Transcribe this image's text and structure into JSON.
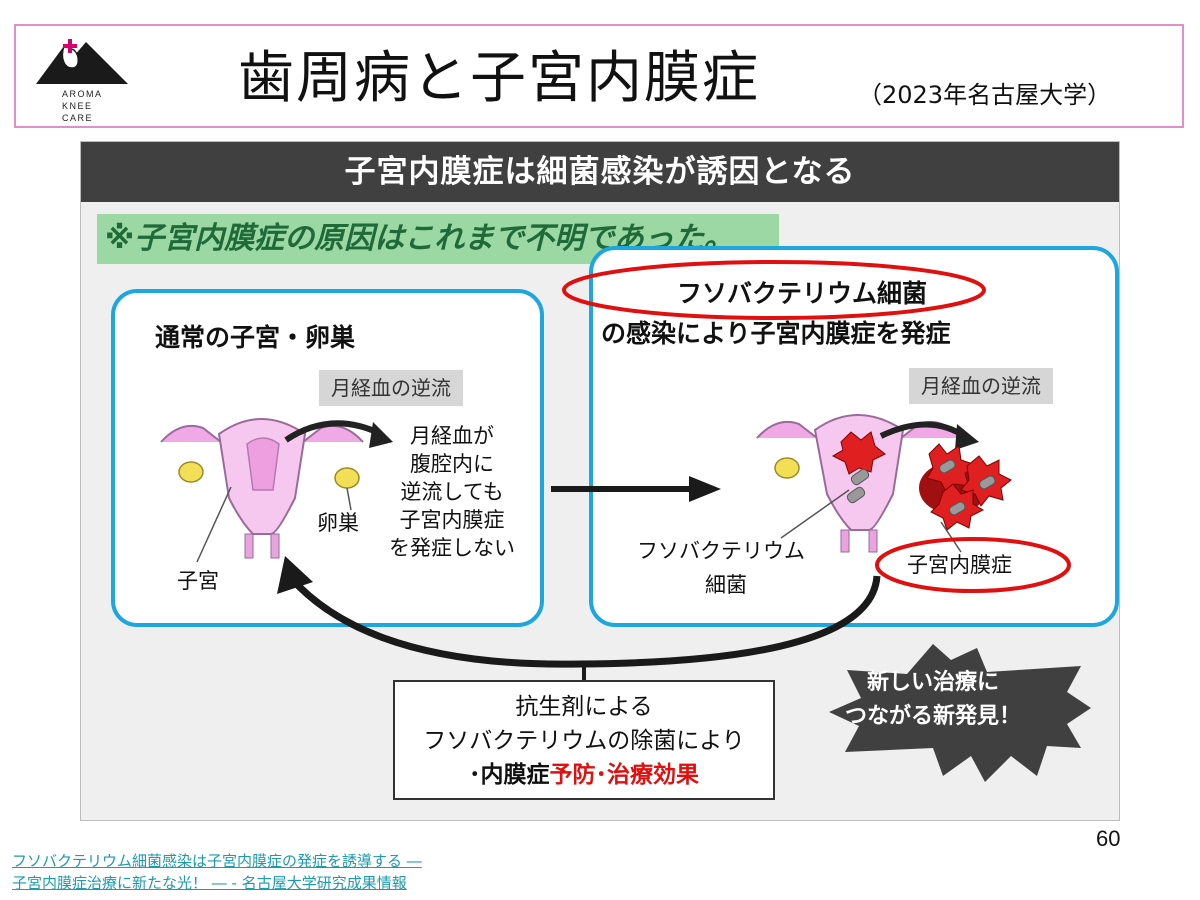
{
  "header": {
    "logo_lines": [
      "AROMA",
      "KNEE",
      "CARE"
    ],
    "title": "歯周病と子宮内膜症",
    "subtitle": "（2023年名古屋大学）"
  },
  "figure": {
    "banner": "子宮内膜症は細菌感染が誘因となる",
    "note": "※子宮内膜症の原因はこれまで不明であった。",
    "left_panel": {
      "heading": "通常の子宮・卵巣",
      "tag": "月経血の逆流",
      "body_lines": [
        "月経血が",
        "腹腔内に",
        "逆流しても",
        "子宮内膜症",
        "を発症しない"
      ],
      "label_ovary": "卵巣",
      "label_uterus": "子宮"
    },
    "right_panel": {
      "heading_line1": "フソバクテリウム細菌",
      "heading_line2": "の感染により子宮内膜症を発症",
      "tag": "月経血の逆流",
      "label_bacteria_line1": "フソバクテリウム",
      "label_bacteria_line2": "細菌",
      "label_endometriosis": "子宮内膜症"
    },
    "bottom_box": {
      "line1": "抗生剤による",
      "line2": "フソバクテリウムの除菌により",
      "line3_prefix": "･内膜症",
      "line3_highlight": "予防･治療効果"
    },
    "burst": {
      "line1": "新しい治療に",
      "line2": "つながる新発見！"
    }
  },
  "page_number": "60",
  "footer_link": {
    "line1": "フソバクテリウム細菌感染は子宮内膜症の発症を誘導する ―",
    "line2": "子宮内膜症治療に新たな光！ ― - 名古屋大学研究成果情報"
  },
  "colors": {
    "header_border": "#e08fc8",
    "panel_border": "#1ea6df",
    "banner_bg": "#404040",
    "note_bg": "#9bd8a4",
    "highlight_red": "#e01010",
    "link": "#1a9bb0"
  }
}
